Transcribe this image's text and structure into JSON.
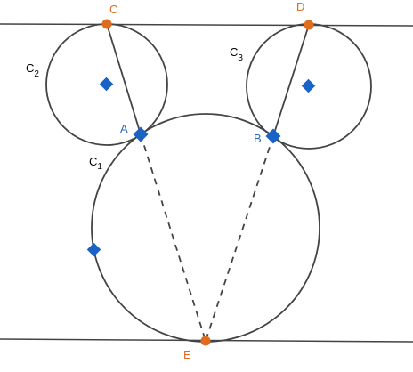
{
  "colors": {
    "line": "#444444",
    "orange_point": "#e06c1f",
    "blue_point": "#1a63c6",
    "orange_label": "#e06c1f",
    "blue_label": "#2a6bbf",
    "black_label": "#000000"
  },
  "labels": {
    "C": "C",
    "D": "D",
    "A": "A",
    "B": "B",
    "E": "E",
    "C1_main": "C",
    "C1_sub": "1",
    "C2_main": "C",
    "C2_sub": "2",
    "C3_main": "C",
    "C3_sub": "3"
  }
}
